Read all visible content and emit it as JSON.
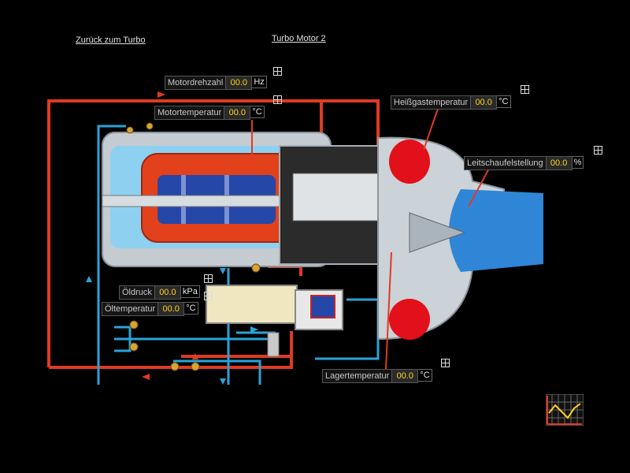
{
  "nav": {
    "back_link": "Zurück zum Turbo",
    "page_title": "Turbo Motor 2"
  },
  "readouts": [
    {
      "id": "motordrehzahl",
      "label": "Motordrehzahl",
      "value": "00.0",
      "unit": "Hz"
    },
    {
      "id": "motortemperatur",
      "label": "Motortemperatur",
      "value": "00.0",
      "unit": "°C"
    },
    {
      "id": "heissgastemperatur",
      "label": "Heißgastemperatur",
      "value": "00.0",
      "unit": "°C"
    },
    {
      "id": "leitschaufelstellung",
      "label": "Leitschaufelstellung",
      "value": "00.0",
      "unit": "%"
    },
    {
      "id": "oeldruck",
      "label": "Öldruck",
      "value": "00.0",
      "unit": "kPa"
    },
    {
      "id": "oeltemperatur",
      "label": "Öltemperatur",
      "value": "00.0",
      "unit": "°C"
    },
    {
      "id": "lagertemperatur",
      "label": "Lagertemperatur",
      "value": "00.0",
      "unit": "°C"
    }
  ],
  "icons": {
    "detail": "grid-icon",
    "trend": "trend-chart-icon"
  },
  "colors": {
    "value_text": "#ffd21a",
    "pipe_hot": "#e03a22",
    "pipe_cool": "#2aa3d8",
    "housing": "#bfc6cc",
    "coil": "#e3401c",
    "rotor": "#2547a8"
  }
}
